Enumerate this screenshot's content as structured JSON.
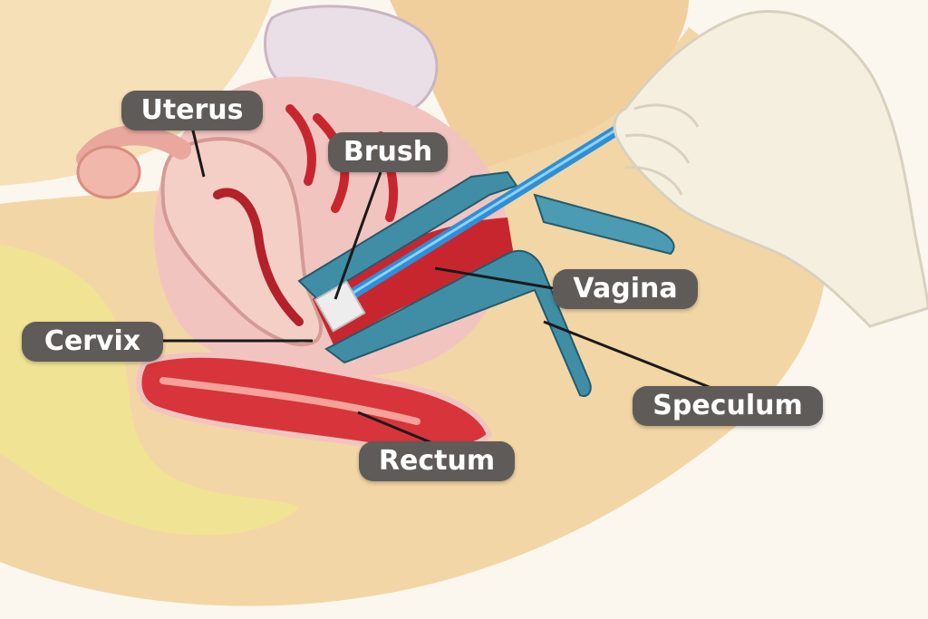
{
  "labels": {
    "uterus": "Uterus",
    "brush": "Brush",
    "cervix": "Cervix",
    "vagina": "Vagina",
    "speculum": "Speculum",
    "rectum": "Rectum"
  },
  "colors": {
    "background": "#fbf7ef",
    "skin": "#f3d6a6",
    "tissue_pink": "#f2c4c0",
    "muscle_red": "#c8262e",
    "bone_yellow": "#f1e394",
    "speculum_blue": "#3f8ea6",
    "brush_blue": "#2e8fd6",
    "glove": "#f5efe0",
    "label_bg": "#5f5b58",
    "leader_line": "#1a1a1a"
  }
}
